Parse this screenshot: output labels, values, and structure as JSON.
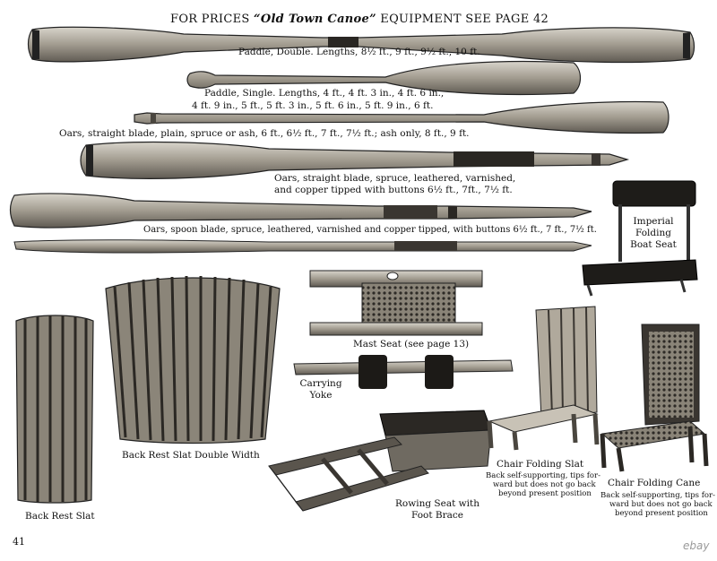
{
  "title": {
    "prefix": "FOR PRICES ",
    "brand": "“Old Town Canoe”",
    "suffix": " EQUIPMENT SEE PAGE 42"
  },
  "captions": {
    "paddle_double": "Paddle, Double.  Lengths, 8½ ft., 9 ft., 9½ ft., 10 ft.",
    "paddle_single_1": "Paddle, Single.  Lengths, 4 ft., 4 ft. 3 in., 4 ft. 6 in.,",
    "paddle_single_2": "4 ft. 9 in., 5 ft., 5 ft. 3 in., 5 ft. 6 in., 5 ft. 9 in., 6 ft.",
    "oars_plain": "Oars, straight blade, plain, spruce or ash, 6 ft., 6½ ft., 7 ft., 7½ ft.; ash only, 8 ft., 9 ft.",
    "oars_leathered_1": "Oars,  straight blade,  spruce,  leathered,  varnished,",
    "oars_leathered_2": "and copper tipped with buttons 6½ ft.,  7ft.,  7½ ft.",
    "oars_spoon": "Oars, spoon blade, spruce, leathered, varnished and copper tipped, with buttons 6½ ft., 7 ft., 7½ ft.",
    "imperial_1": "Imperial",
    "imperial_2": "Folding",
    "imperial_3": "Boat Seat",
    "mast_seat": "Mast Seat  (see page 13)",
    "yoke_1": "Carrying",
    "yoke_2": "Yoke",
    "back_rest_double": "Back Rest Slat Double Width",
    "back_rest": "Back Rest Slat",
    "rowing_1": "Rowing Seat with",
    "rowing_2": "Foot Brace",
    "chair_slat": "Chair Folding Slat",
    "chair_slat_note_1": "Back self-supporting, tips for-",
    "chair_slat_note_2": "ward but does not go back",
    "chair_slat_note_3": "beyond present position",
    "chair_cane": "Chair Folding Cane",
    "chair_cane_note_1": "Back self-supporting, tips for-",
    "chair_cane_note_2": "ward but does not go back",
    "chair_cane_note_3": "beyond present position"
  },
  "page_number": "41",
  "watermark": "ebay",
  "colors": {
    "wood": "#9a9488",
    "wood_dark": "#5a554d",
    "ink": "#111111",
    "paper": "#ffffff"
  }
}
